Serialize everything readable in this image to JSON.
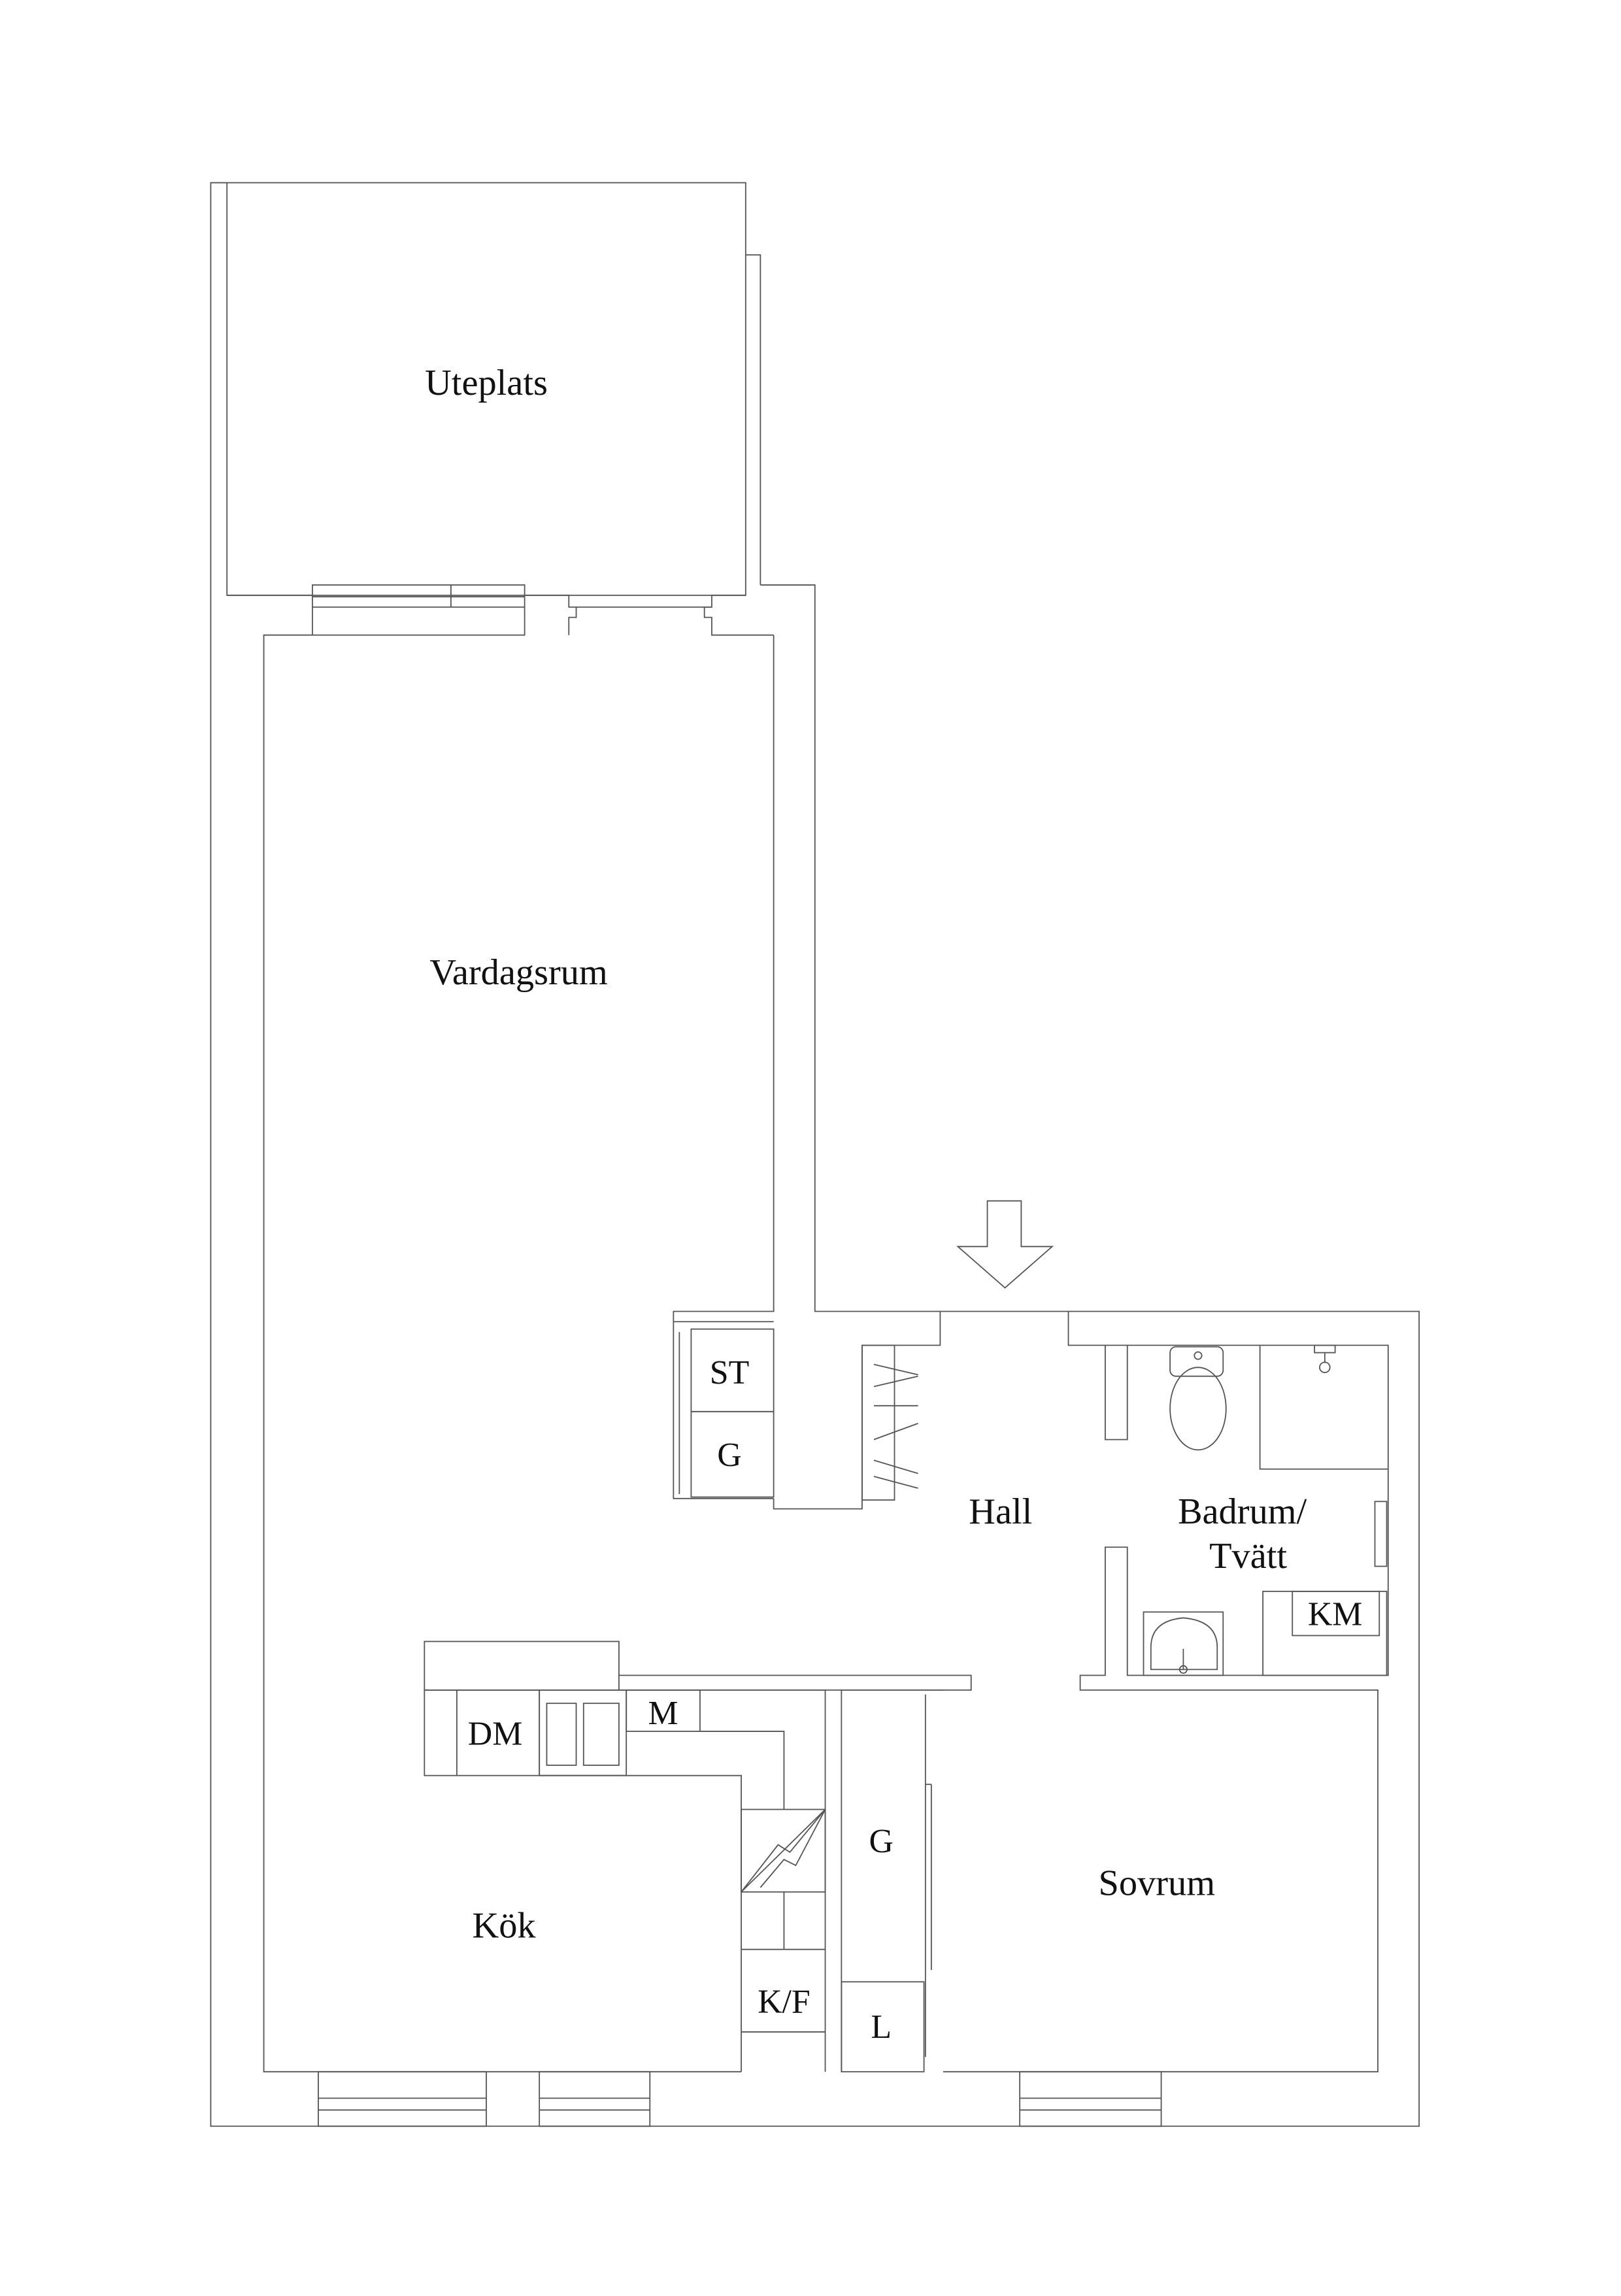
{
  "plan": {
    "stroke_color": "#555555",
    "background": "#ffffff",
    "rooms": {
      "uteplats": "Uteplats",
      "vardagsrum": "Vardagsrum",
      "hall": "Hall",
      "badrum_line1": "Badrum/",
      "badrum_line2": "Tvätt",
      "kok": "Kök",
      "sovrum": "Sovrum"
    },
    "fixtures": {
      "st": "ST",
      "g_hall": "G",
      "km": "KM",
      "dm": "DM",
      "m": "M",
      "kf": "K/F",
      "g_bed": "G",
      "l": "L"
    },
    "entrance_arrow": "entrance-arrow"
  }
}
